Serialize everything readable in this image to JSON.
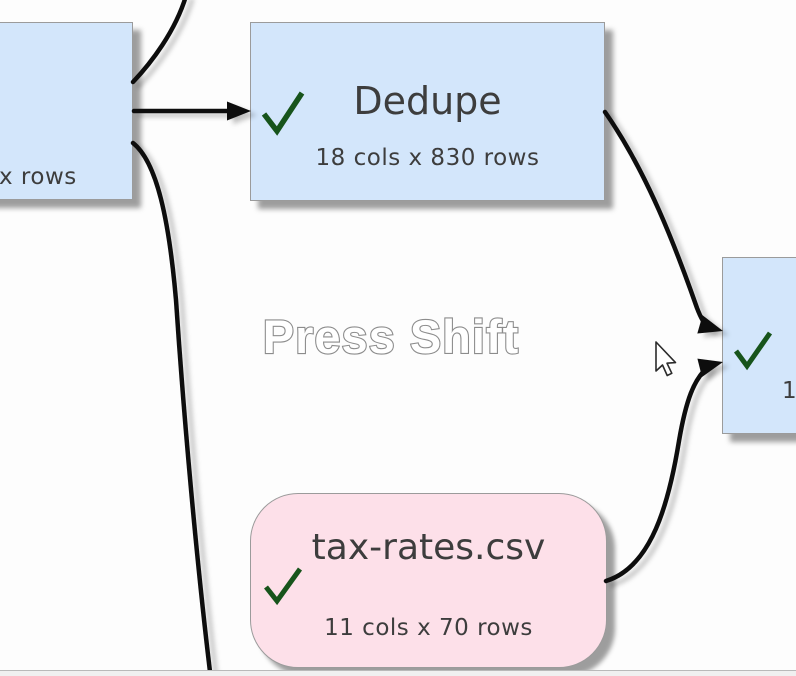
{
  "canvas": {
    "watermark": "Press Shift"
  },
  "nodes": {
    "left_partial": {
      "subtitle": "x rows"
    },
    "dedupe": {
      "title": "Dedupe",
      "subtitle": "18 cols x 830 rows",
      "status_icon": "green-checkmark"
    },
    "right_partial": {
      "subtitle": "1",
      "status_icon": "green-checkmark"
    },
    "tax_rates": {
      "title": "tax-rates.csv",
      "subtitle": "11 cols x 70 rows",
      "status_icon": "green-checkmark"
    }
  },
  "colors": {
    "node-blue": "#d3e6fb",
    "node-pink": "#fde0e9",
    "check-green": "#17541b",
    "connector-black": "#0e0e0e",
    "node-border": "#9b9b9b",
    "watermark-stroke": "#8c8c8c",
    "text-dark": "#3d3d3d"
  }
}
